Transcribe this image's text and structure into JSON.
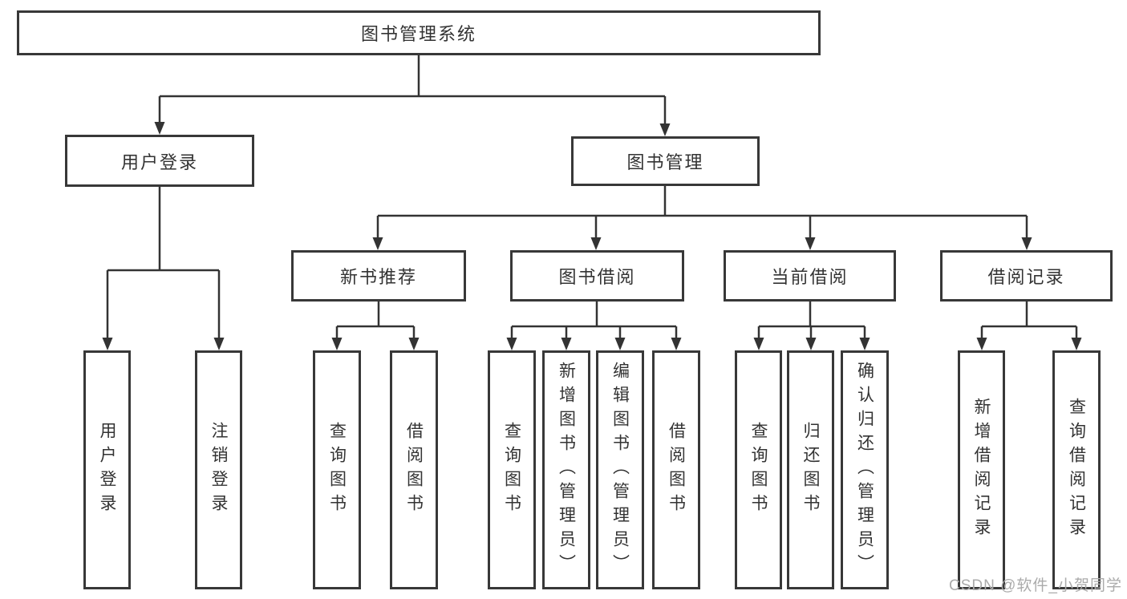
{
  "tree": {
    "root": {
      "label": "图书管理系统"
    },
    "branches": [
      {
        "label": "用户登录",
        "children": [
          {
            "label": "用户登录"
          },
          {
            "label": "注销登录"
          }
        ]
      },
      {
        "label": "图书管理",
        "children": [
          {
            "label": "新书推荐",
            "children": [
              {
                "label": "查询图书"
              },
              {
                "label": "借阅图书"
              }
            ]
          },
          {
            "label": "图书借阅",
            "children": [
              {
                "label": "查询图书"
              },
              {
                "label": "新增图书（管理员）"
              },
              {
                "label": "编辑图书（管理员）"
              },
              {
                "label": "借阅图书"
              }
            ]
          },
          {
            "label": "当前借阅",
            "children": [
              {
                "label": "查询图书"
              },
              {
                "label": "归还图书"
              },
              {
                "label": "确认归还（管理员）"
              }
            ]
          },
          {
            "label": "借阅记录",
            "children": [
              {
                "label": "新增借阅记录"
              },
              {
                "label": "查询借阅记录"
              }
            ]
          }
        ]
      }
    ]
  },
  "watermark": {
    "text": "CSDN @软件_小贺同学"
  },
  "colors": {
    "line": "#333333",
    "border": "#383838",
    "text": "#333333",
    "background": "#ffffff",
    "watermark": "#ababab"
  }
}
